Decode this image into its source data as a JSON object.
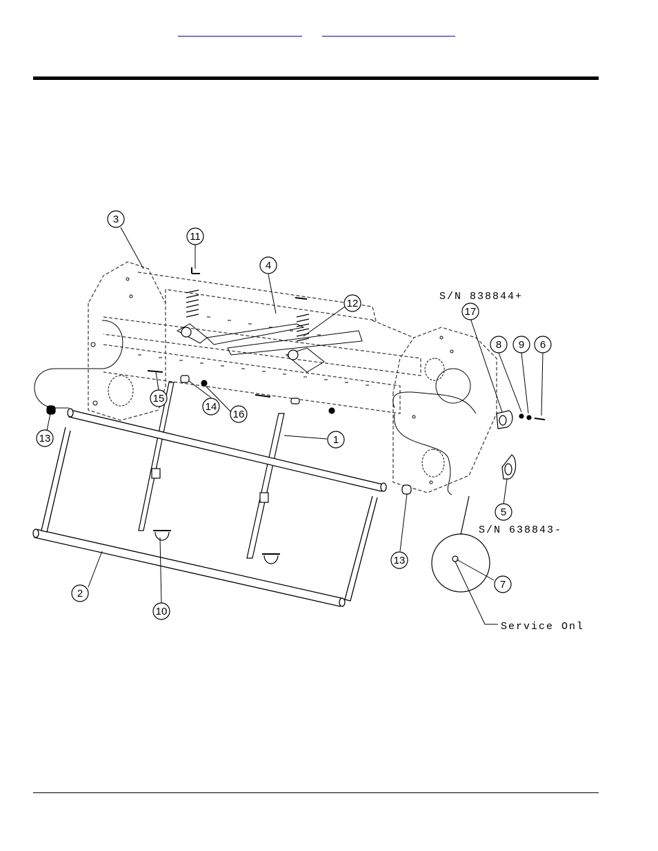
{
  "nav": {
    "link1": "",
    "link2": ""
  },
  "diagram": {
    "serial_new": "S/N 838844+",
    "serial_old": "S/N 638843-",
    "service_note": "Service Onl",
    "callouts": {
      "c1": "1",
      "c2": "2",
      "c3": "3",
      "c4": "4",
      "c5": "5",
      "c6": "6",
      "c7": "7",
      "c8": "8",
      "c9": "9",
      "c10": "10",
      "c11": "11",
      "c12": "12",
      "c13a": "13",
      "c13b": "13",
      "c14": "14",
      "c15": "15",
      "c16": "16",
      "c17": "17"
    }
  }
}
